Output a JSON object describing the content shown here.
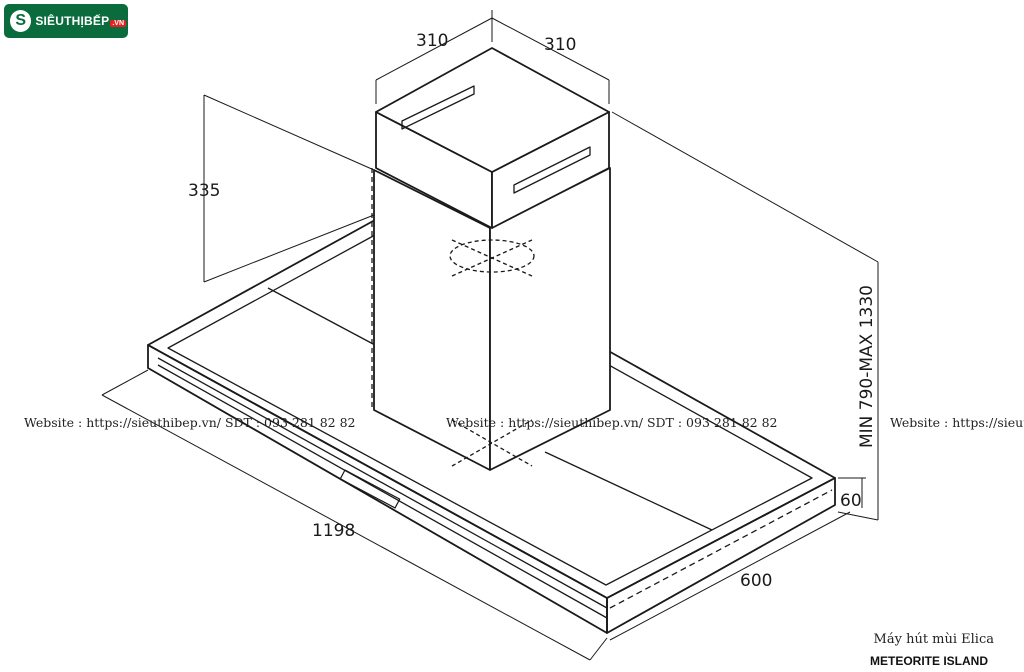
{
  "logo": {
    "mark": "S",
    "text": "SIÊUTHỊBẾP",
    "tld": ".VN"
  },
  "dimensions": {
    "chimney_depth": "310",
    "chimney_width": "310",
    "chimney_height": "335",
    "total_height": "MIN 790-MAX 1330",
    "hood_thickness": "60",
    "hood_width": "1198",
    "hood_depth": "600"
  },
  "watermark": {
    "left": "Website : https://sieuthibep.vn/    SDT : 093 281 82 82",
    "middle": "Website : https://sieuthibep.vn/  SDT : 093 281 82 82",
    "right": "Website : https://sieuthibep.vn/"
  },
  "caption": {
    "line1": "Máy hút mùi Elica",
    "line2": "METEORITE ISLAND"
  },
  "colors": {
    "line": "#1a1a1a",
    "brand_green": "#0a6b3d",
    "brand_red": "#e32222"
  }
}
